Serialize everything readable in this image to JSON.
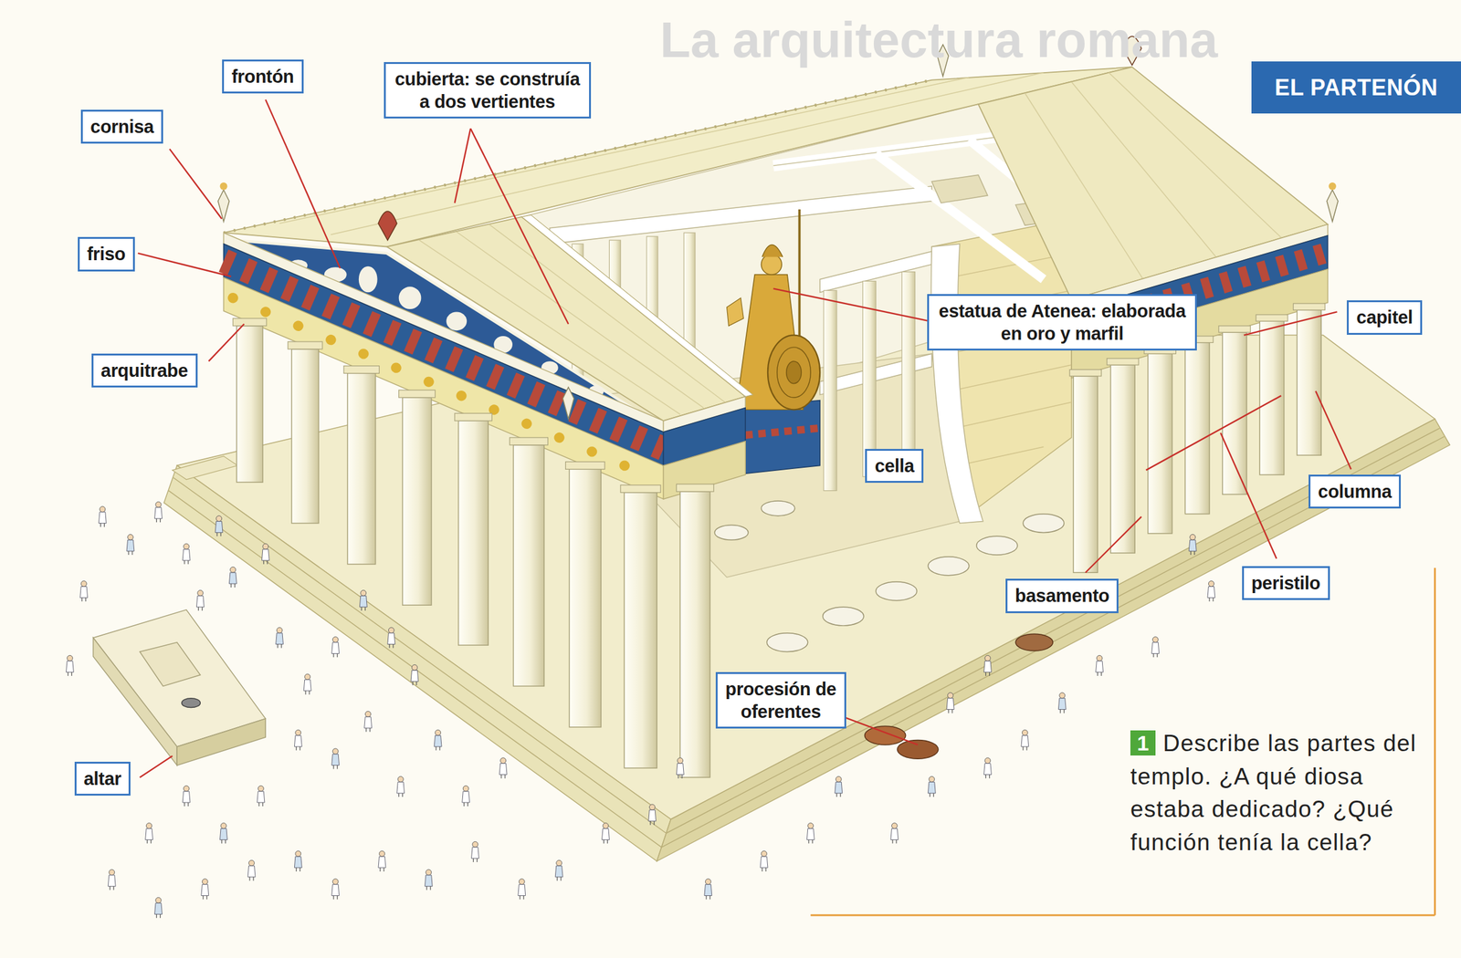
{
  "diagram": {
    "title": "EL PARTENÓN",
    "nodes": [
      {
        "text": [
          "frontón"
        ]
      },
      {
        "text": [
          "cubierta: se construía a dos vertientes"
        ]
      },
      {
        "text": [
          "cornisa"
        ]
      },
      {
        "text": [
          "friso"
        ]
      },
      {
        "text": [
          "estatua de Atenea: elaborada en oro y marfil"
        ]
      },
      {
        "text": [
          "capitel"
        ]
      },
      {
        "text": [
          "arquitrabe"
        ]
      },
      {
        "text": [
          "cella"
        ]
      },
      {
        "text": [
          "columna"
        ]
      },
      {
        "text": [
          "peristilo"
        ]
      },
      {
        "text": [
          "basamento"
        ]
      },
      {
        "text": [
          "procesión de oferentes"
        ]
      },
      {
        "text": [
          "altar"
        ]
      },
      {
        "text": [
          "1",
          "Describe las partes del templo. ¿A qué diosa estaba dedicado? ¿Qué función tenía la cella?"
        ]
      }
    ],
    "labels": [
      "La arquitectura romana"
    ]
  }
}
